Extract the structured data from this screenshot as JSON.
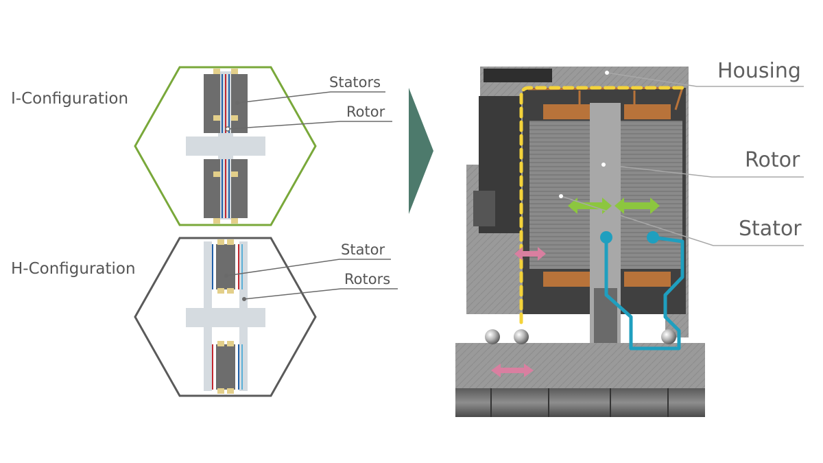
{
  "i_config": {
    "title": "I-Configuration",
    "label_stators": "Stators",
    "label_rotor": "Rotor",
    "frame_color": "#79a83a"
  },
  "h_config": {
    "title": "H-Configuration",
    "label_stator": "Stator",
    "label_rotors": "Rotors",
    "frame_color": "#5a5a5a"
  },
  "cross_section": {
    "label_housing": "Housing",
    "label_rotor": "Rotor",
    "label_stator": "Stator"
  },
  "colors": {
    "yellow_path": "#f4d33a",
    "blue_path": "#1f9fbf",
    "green_arrow": "#8cc63f",
    "pink_arrow": "#d97fa0",
    "chevron": "#4d7a6c",
    "winding": "#b8733a"
  }
}
